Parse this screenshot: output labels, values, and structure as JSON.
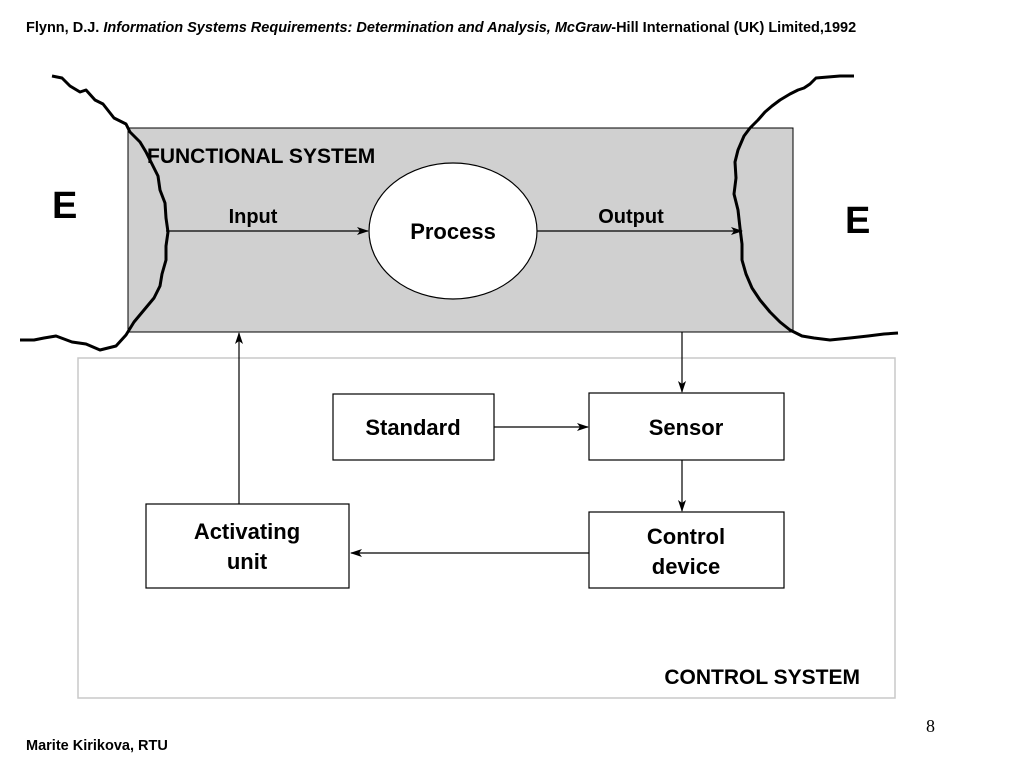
{
  "slide": {
    "citation": {
      "author": "Flynn, D.J.",
      "title": "Information Systems Requirements: Determination and Analysis, McGraw",
      "publisher": "-Hill International (UK) Limited,1992"
    },
    "footer_author": "Marite Kirikova, RTU",
    "page_number": "8"
  },
  "diagram": {
    "functional_system_label": "FUNCTIONAL SYSTEM",
    "control_system_label": "CONTROL SYSTEM",
    "environment_left": "E",
    "environment_right": "E",
    "input_label": "Input",
    "output_label": "Output",
    "process_label": "Process",
    "standard_label": "Standard",
    "sensor_label": "Sensor",
    "control_device_line1": "Control",
    "control_device_line2": "device",
    "activating_unit_line1": "Activating",
    "activating_unit_line2": "unit",
    "colors": {
      "functional_fill": "#d0d0d0",
      "control_border": "#c8c8c8",
      "stroke": "#000000"
    }
  }
}
